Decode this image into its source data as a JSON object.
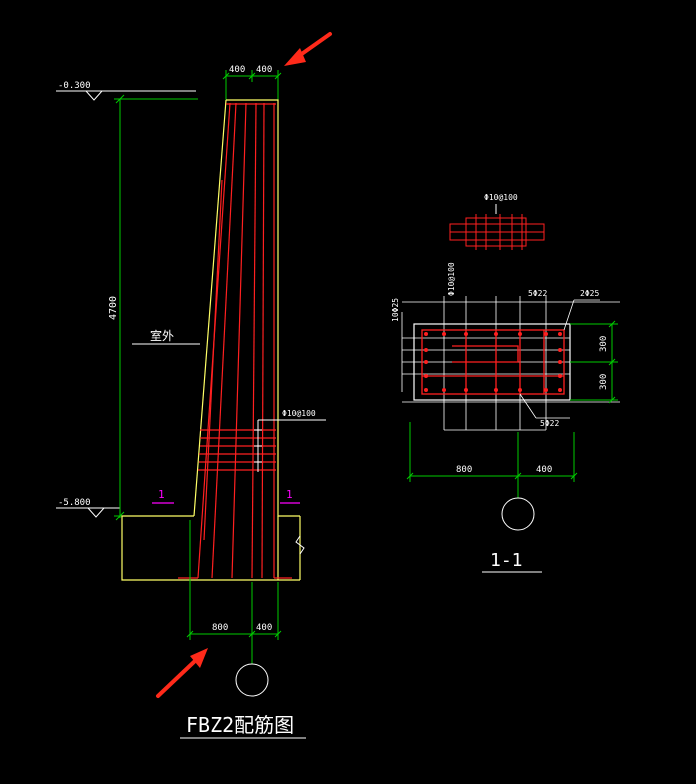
{
  "colors": {
    "background": "#000000",
    "dimension": "#00cc00",
    "outline": "#ffff66",
    "rebar": "#ff2020",
    "section_label": "#ff00ff",
    "text": "#ffffff",
    "arrow": "#ff2a1a"
  },
  "elevation": {
    "top_level": "-0.300",
    "bottom_level": "-5.800",
    "height_dim": "4700",
    "side_label": "室外",
    "stirrup_label": "Φ10@100",
    "top_dims": [
      "400",
      "400"
    ],
    "bottom_dims": [
      "800",
      "400"
    ],
    "cut_mark_left": "1",
    "cut_mark_right": "1",
    "title": "FBZ2配筋图"
  },
  "section": {
    "tie_detail_label": "Φ10@100",
    "stirrup_label": "Φ10@100",
    "top_bar_label": "5Φ22",
    "corner_bar_label": "2Φ25",
    "side_bar_label": "10Φ25",
    "bottom_bar_label": "5Φ22",
    "right_dims": [
      "300",
      "300"
    ],
    "bottom_dims": [
      "800",
      "400"
    ],
    "title": "1-1"
  }
}
